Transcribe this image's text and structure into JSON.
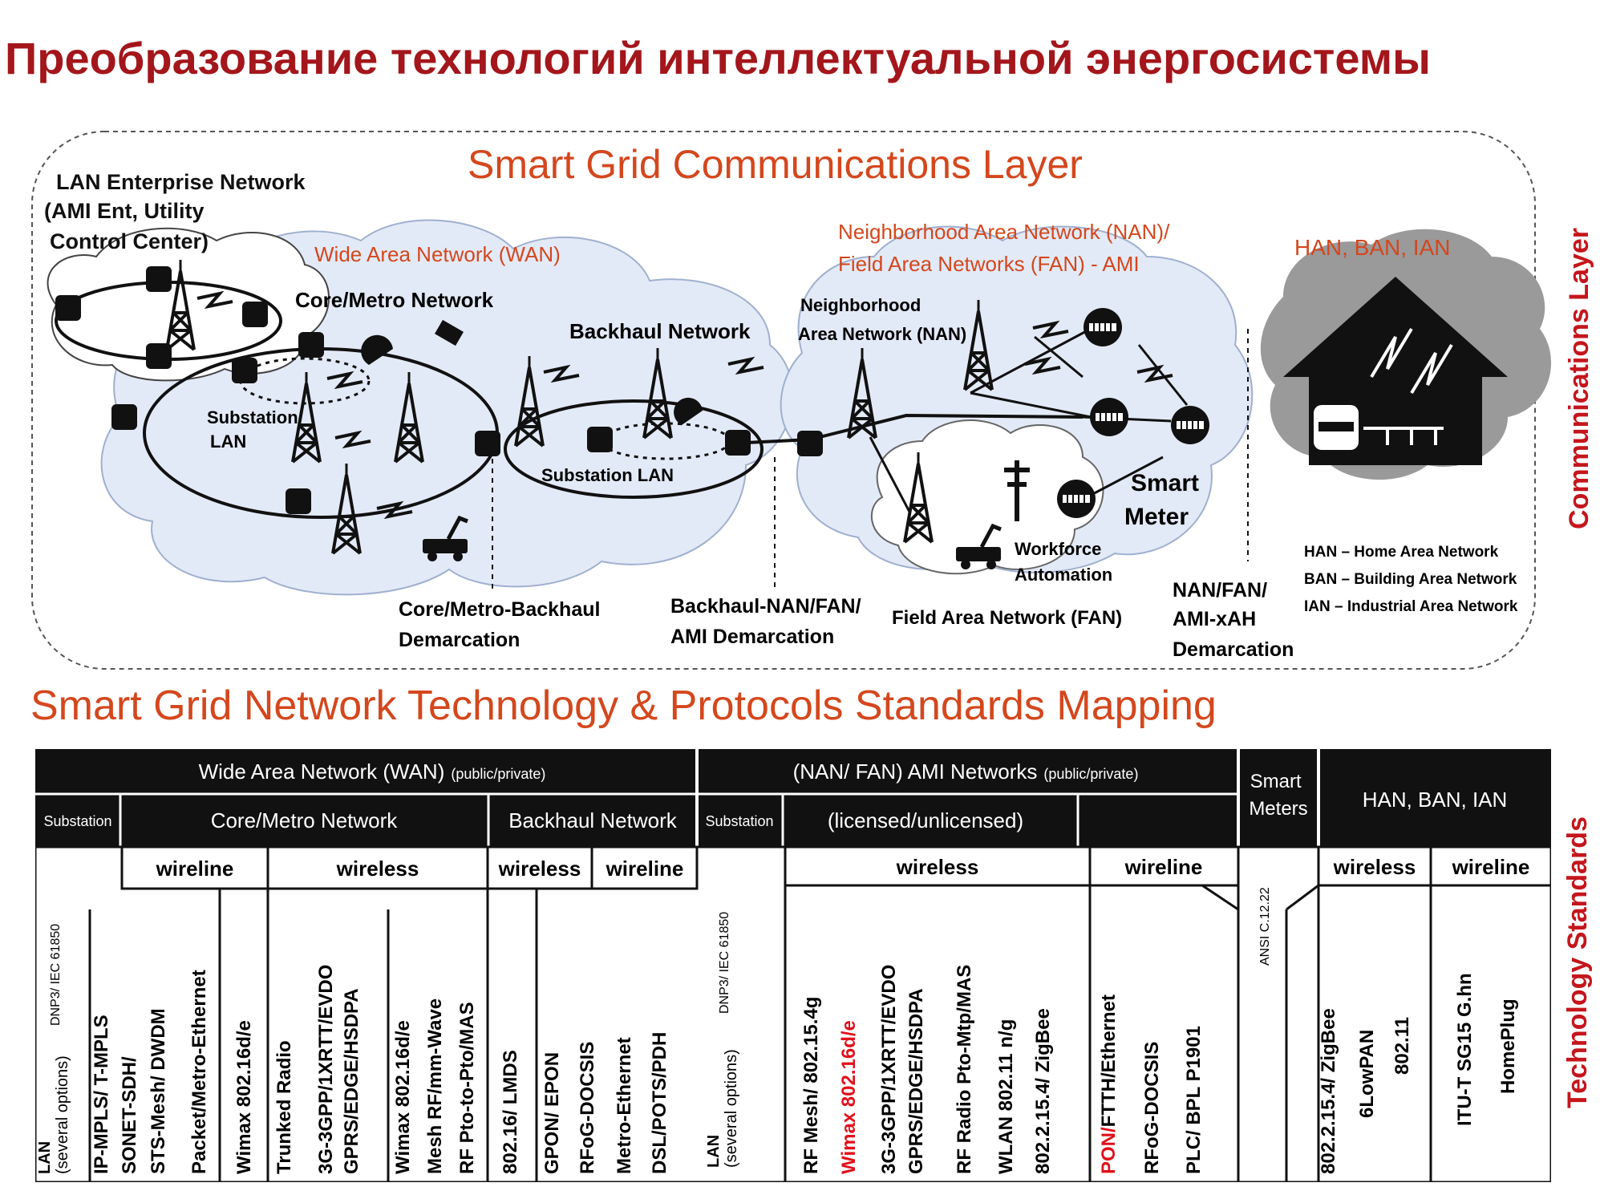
{
  "page_title": "Преобразование технологий интеллектуальной энергосистемы",
  "colors": {
    "title": "#a3161b",
    "orange": "#d4471d",
    "dark": "#111111",
    "cloud": "#e3eaf7",
    "house_cloud": "#9a9a9a"
  },
  "diagram": {
    "title": "Smart Grid Communications Layer",
    "side_label": "Communications Layer",
    "lan_enterprise": [
      "LAN Enterprise Network",
      "(AMI Ent, Utility",
      "Control Center)"
    ],
    "wan_label": "Wide Area Network (WAN)",
    "core_metro": "Core/Metro Network",
    "backhaul": "Backhaul Network",
    "substation_lan_1": [
      "Substation",
      "LAN"
    ],
    "substation_lan_2": "Substation LAN",
    "nan_fan_title": [
      "Neighborhood Area Network (NAN)/",
      "Field Area Networks (FAN) - AMI"
    ],
    "nan_small": [
      "Neighborhood",
      "Area Network (NAN)"
    ],
    "smart_meter": [
      "Smart",
      "Meter"
    ],
    "workforce": [
      "Workforce",
      "Automation"
    ],
    "fan": "Field Area Network (FAN)",
    "han_title": "HAN, BAN, IAN",
    "han_legend": [
      "HAN – Home Area Network",
      "BAN – Building Area Network",
      "IAN – Industrial Area Network"
    ],
    "demarc_1": [
      "Core/Metro-Backhaul",
      "Demarcation"
    ],
    "demarc_2": [
      "Backhaul-NAN/FAN/",
      "AMI Demarcation"
    ],
    "demarc_3": [
      "NAN/FAN/",
      "AMI-xAH",
      "Demarcation"
    ]
  },
  "table": {
    "title": "Smart Grid Network Technology & Protocols Standards Mapping",
    "side_label": "Technology Standards",
    "wan_header": "Wide Area Network (WAN)",
    "wan_header_small": "(public/private)",
    "nan_header": "(NAN/ FAN)  AMI Networks",
    "nan_header_small": "(public/private)",
    "smart_meters": [
      "Smart",
      "Meters"
    ],
    "han_header": "HAN, BAN, IAN",
    "sub_substation_1": "Substation",
    "sub_core": "Core/Metro Network",
    "sub_backhaul": "Backhaul Network",
    "sub_substation_2": "Substation",
    "sub_licensed": "(licensed/unlicensed)",
    "wireline": "wireline",
    "wireless": "wireless",
    "col_dnp_1": "DNP3/ IEC 61850",
    "col_lan_1": [
      "LAN",
      "(several options)"
    ],
    "col_ipmpls": "IP-MPLS/ T-MPLS",
    "col_sonet": [
      "SONET-SDH/",
      "STS-Mesh/ DWDM"
    ],
    "col_packet": "Packet/Metro-Ethernet",
    "col_wimax_1": "Wimax 802.16d/e",
    "col_trunked": "Trunked Radio",
    "col_3g_1": [
      "3G-3GPP/1XRTT/EVDO",
      "GPRS/EDGE/HSDPA"
    ],
    "col_wimax_2": "Wimax 802.16d/e",
    "col_mesh_rf": "Mesh RF/mm-Wave",
    "col_rf_pto": "RF Pto-to-Pto/MAS",
    "col_lmds": "802.16/ LMDS",
    "col_gpon": "GPON/ EPON",
    "col_rfog_1": "RFoG-DOCSIS",
    "col_metro_eth": "Metro-Ethernet",
    "col_dsl": "DSL/POTS/PDH",
    "col_dnp_2": "DNP3/ IEC 61850",
    "col_lan_2": [
      "LAN",
      "(several options)"
    ],
    "col_rf_mesh": "RF Mesh/ 802.15.4g",
    "col_wimax_3": "Wimax 802.16d/e",
    "col_3g_2": [
      "3G-3GPP/1XRTT/EVDO",
      "GPRS/EDGE/HSDPA"
    ],
    "col_rf_radio": "RF Radio Pto-Mtp/MAS",
    "col_wlan": "WLAN 802.11 n/g",
    "col_zigbee_1": "802.2.15.4/ ZigBee",
    "col_pon_red": "PON/",
    "col_pon_rest": "FTTH/Ethernet",
    "col_rfog_2": "RFoG-DOCSIS",
    "col_plc": "PLC/ BPL P1901",
    "col_ansi": "ANSI C.12.22",
    "col_zigbee_2": "802.2.15.4/ ZigBee",
    "col_6lowpan": "6LowPAN",
    "col_80211": "802.11",
    "col_itu": "ITU-T SG15 G.hn",
    "col_homeplug": "HomePlug"
  }
}
